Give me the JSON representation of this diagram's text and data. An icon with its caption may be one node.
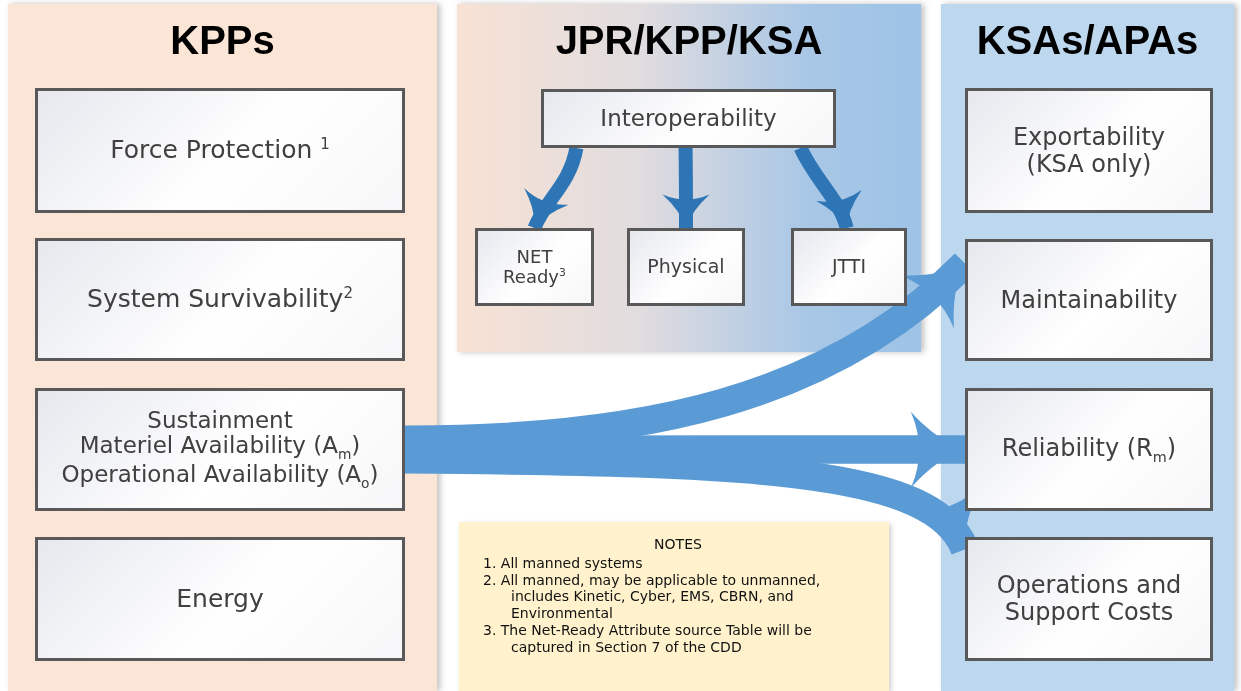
{
  "diagram": {
    "nodes": [
      {
        "text": [
          "KPPs"
        ]
      },
      {
        "text": [
          "Force Protection $^{1}$"
        ],
        "in": 0
      },
      {
        "text": [
          "System Survivability$^{2}$"
        ],
        "in": 0
      },
      {
        "text": [
          "Sustainment",
          "Materiel Availability (A$_{m}$) Operational Availability (A$_{o}$)"
        ],
        "in": 0
      },
      {
        "text": [
          "Energy"
        ],
        "in": 0
      },
      {
        "text": [
          "JPR/KPP/KSA"
        ]
      },
      {
        "text": [
          "Interoperability"
        ],
        "in": 5
      },
      {
        "text": [
          "NET Ready$^{3}$"
        ],
        "in": 5
      },
      {
        "text": [
          "Physical"
        ],
        "in": 5
      },
      {
        "text": [
          "JTTI"
        ],
        "in": 5
      },
      {
        "text": [
          "KSAs/APAs"
        ]
      },
      {
        "text": [
          "Exportability (KSA only)"
        ],
        "in": 10
      },
      {
        "text": [
          "Maintainability"
        ],
        "in": 10
      },
      {
        "text": [
          "Reliability (R$_{m}$)"
        ],
        "in": 10
      },
      {
        "text": [
          "Operations and Support Costs"
        ],
        "in": 10
      },
      {
        "text": [
          "NOTES",
          "1. All manned systems",
          "2. All manned, may be applicable to unmanned, includes Kinetic, Cyber, EMS, CBRN, and Environmental",
          "3. The Net-Ready Attribute source Table will be captured in Section 7 of the CDD"
        ]
      }
    ],
    "edges": [
      {
        "from": 6,
        "to": 7,
        "arrow": "to",
        "color": "#2e75b6"
      },
      {
        "from": 6,
        "to": 8,
        "arrow": "to",
        "color": "#2e75b6"
      },
      {
        "from": 6,
        "to": 9,
        "arrow": "to",
        "color": "#2e75b6"
      },
      {
        "from": 3,
        "to": 12,
        "arrow": "to",
        "style": "thick"
      },
      {
        "from": 3,
        "to": 13,
        "arrow": "to",
        "style": "thick"
      },
      {
        "from": 3,
        "to": 14,
        "arrow": "to",
        "style": "thick"
      }
    ]
  }
}
